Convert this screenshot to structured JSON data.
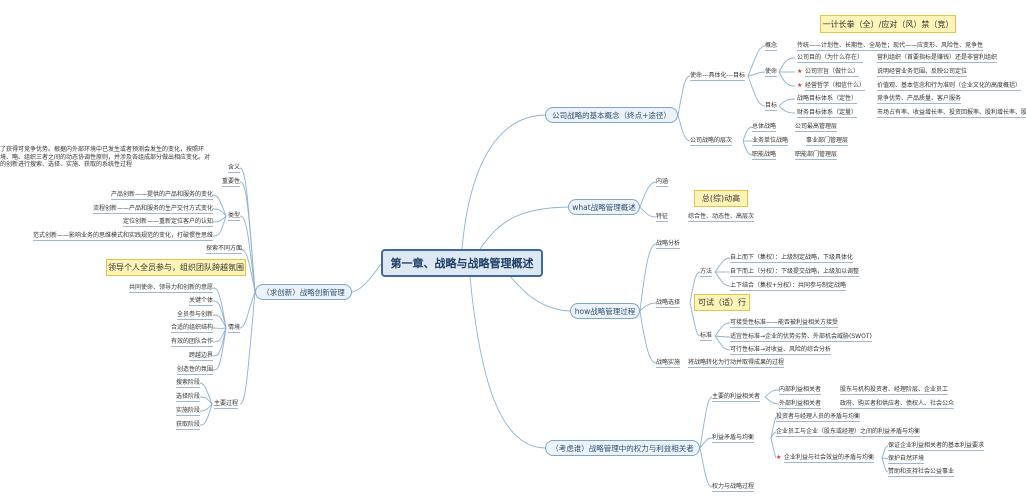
{
  "root": "第一章、战略与战略管理概述",
  "branches": {
    "b1": "公司战略的基本概念（终点+途径）",
    "b2": "what战略管理概述",
    "b3": "how战略管理过程",
    "b4": "（考虑谁）战略管理中的权力与利益相关者",
    "b5": "（求创新）战略创新管理"
  },
  "callouts": {
    "c1": "一计长拳（全）/应对（风）禁（竞）",
    "c2": "总(综)动高",
    "c3": "可试（适）行",
    "c4": "领导个人全员参与，组织团队跨越氛围"
  },
  "b1_nodes": {
    "mission_vision_goal": "使命---具体化---目标",
    "concept": "概念",
    "concept_detail": "传统——计划性、长期性、全局性；现代——应变形、风险性、竞争性",
    "mission": "使命",
    "m1": "公司目的（为什么存在）",
    "m1d": "营利组织（首要指标是赚钱）还是非营利组织",
    "m2": "公司宗旨（做什么）",
    "m2d": "说明经营业务范围、反映公司定位",
    "m3": "经营哲学（相信什么）",
    "m3d": "价值观、基本信念和行为准则（企业文化的高度概括）",
    "goal": "目标",
    "g1": "战略目标体系（定性）",
    "g1d": "竞争优势、产品质量、客户服务",
    "g2": "财务目标体系（定量）",
    "g2d": "市场占有率、收益增长率、投资回报率、股利增长率、股票",
    "levels": "公司战略的层次",
    "l1": "总体战略",
    "l1d": "公司最高管理层",
    "l2": "业务单位战略",
    "l2d": "事业部门管理层",
    "l3": "职能战略",
    "l3d": "职能部门管理层"
  },
  "b2_nodes": {
    "connotation": "内涵",
    "features": "特征",
    "features_detail": "综合性、动态性、高层次"
  },
  "b3_nodes": {
    "analysis": "战略分析",
    "choice": "战略选择",
    "method": "方法",
    "md1": "自上而下（集权）：上级制定战略，下级具体化",
    "md2": "自下而上（分权）：下级提交战略，上级加以调整",
    "md3": "上下结合（集权+分权）：共同参与制定战略",
    "standard": "标准",
    "s1": "可接受性标准——能否被利益相关方接受",
    "s2": "适宜性标准→企业的优势劣势、外部机会威胁(SWOT)",
    "s3": "可行性标准→对收益、风险的综合分析",
    "implement": "战略实施",
    "implement_detail": "将战略转化为行动并取得成果的过程"
  },
  "b4_nodes": {
    "main": "主要的利益相关者",
    "internal": "内部利益相关者",
    "internal_d": "股东与机构投资者、经理阶层、企业员工",
    "external": "外部利益相关者",
    "external_d": "政府、购买者和供应者、债权人、社会公众",
    "conflict": "利益矛盾与均衡",
    "c1": "投资者与经理人员的矛盾与均衡",
    "c2": "企业员工与企业（股东或经理）之间的利益矛盾与均衡",
    "c3": "企业利益与社会效益的矛盾与均衡",
    "c3a": "保证企业利益相关者的基本利益要求",
    "c3b": "保护自然环境",
    "c3c": "赞助和支持社会公益事业",
    "power": "权力与战略过程"
  },
  "b5_nodes": {
    "meaning": "含义",
    "meaning_text": "了获得可竞争优势。根据内外部环境中已发生或者预测会发生的变化，按照环境、略、组织三者之间的动态协调性原则，并涉及各组成部分做出相应变化。对的创新进行搜索、选择、实施、获取的系统性过程",
    "importance": "重要性",
    "types": "类型",
    "t1": "产品创新——提供的产品和服务的变化",
    "t2": "流程创新——产品和服务的生产交付方式变化",
    "t3": "定位创新——重新定位客户的认知",
    "t4": "范式创新——影响业务的思维模式和实践规范的变化，打破惯性思维",
    "explore": "探索不同方面",
    "situation": "情境",
    "e1": "共同使命、领导力和创新的意愿",
    "e2": "关键个体",
    "e3": "全员参与创新",
    "e4": "合适的组织结构",
    "e5": "有效的团队合作",
    "e6": "跨越边界",
    "e7": "创造性的氛围",
    "process": "主要过程",
    "p1": "搜索阶段",
    "p2": "选择阶段",
    "p3": "实施阶段",
    "p4": "获取阶段"
  }
}
